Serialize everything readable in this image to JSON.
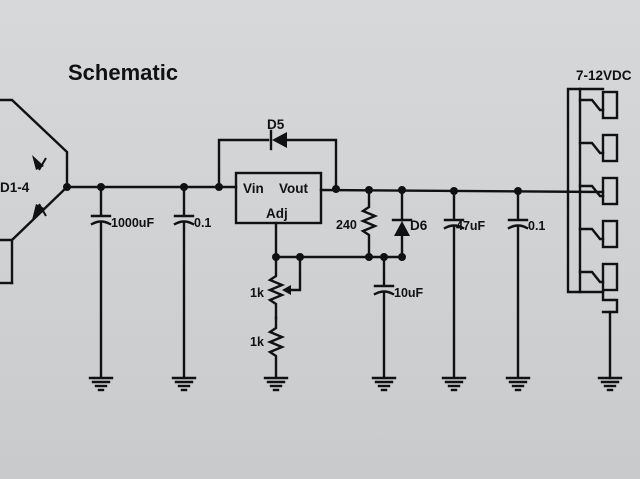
{
  "title": "Schematic",
  "labels": {
    "bridge": "D1-4",
    "d5": "D5",
    "vin": "Vin",
    "vout": "Vout",
    "adj": "Adj",
    "c1": "1000uF",
    "c2": "0.1",
    "r1": "240",
    "d6": "D6",
    "c3": "47uF",
    "c4": "0.1",
    "c5": "10uF",
    "r2": "1k",
    "r3": "1k",
    "connector": "7-12VDC"
  }
}
